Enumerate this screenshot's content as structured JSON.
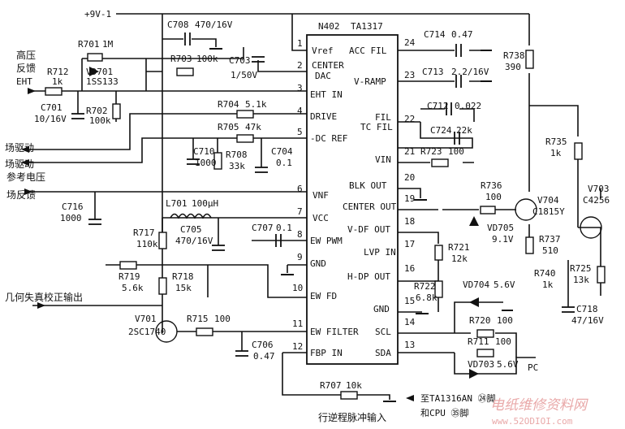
{
  "supply": "+9V-1",
  "ic": {
    "ref": "N402",
    "part": "TA1317"
  },
  "pins": [
    {
      "n": "1",
      "label": "Vref"
    },
    {
      "n": "2",
      "label": "CENTER"
    },
    {
      "n": "",
      "label": "DAC"
    },
    {
      "n": "3",
      "label": "EHT IN"
    },
    {
      "n": "4",
      "label": "DRIVE"
    },
    {
      "n": "5",
      "label": "-DC REF"
    },
    {
      "n": "6",
      "label": "VNF"
    },
    {
      "n": "7",
      "label": "VCC"
    },
    {
      "n": "8",
      "label": "EW PWM"
    },
    {
      "n": "9",
      "label": "GND"
    },
    {
      "n": "10",
      "label": "EW FD"
    },
    {
      "n": "11",
      "label": "EW FILTER"
    },
    {
      "n": "12",
      "label": "FBP IN"
    },
    {
      "n": "24",
      "label": "ACC FIL"
    },
    {
      "n": "23",
      "label": "V-RAMP"
    },
    {
      "n": "",
      "label": "FIL"
    },
    {
      "n": "22",
      "label": "TC FIL"
    },
    {
      "n": "21",
      "label": "VIN"
    },
    {
      "n": "20",
      "label": "BLK OUT"
    },
    {
      "n": "19",
      "label": "CENTER OUT"
    },
    {
      "n": "18",
      "label": "V-DF OUT"
    },
    {
      "n": "17",
      "label": "LVP IN"
    },
    {
      "n": "16",
      "label": "H-DP OUT"
    },
    {
      "n": "15",
      "label": "GND"
    },
    {
      "n": "14",
      "label": "SCL"
    },
    {
      "n": "13",
      "label": "SDA"
    }
  ],
  "components": [
    {
      "ref": "C708",
      "value": "470/16V"
    },
    {
      "ref": "R701",
      "value": "1M"
    },
    {
      "ref": "R712",
      "value": "1k"
    },
    {
      "ref": "VD701",
      "value": "1SS133"
    },
    {
      "ref": "R703",
      "value": "100k"
    },
    {
      "ref": "C703",
      "value": "1/50V"
    },
    {
      "ref": "C701",
      "value": "10/16V"
    },
    {
      "ref": "R702",
      "value": "100k"
    },
    {
      "ref": "R704",
      "value": "5.1k"
    },
    {
      "ref": "R705",
      "value": "47k"
    },
    {
      "ref": "C710",
      "value": "1000"
    },
    {
      "ref": "R708",
      "value": "33k"
    },
    {
      "ref": "C704",
      "value": "0.1"
    },
    {
      "ref": "C716",
      "value": "1000"
    },
    {
      "ref": "L701",
      "value": "100μH"
    },
    {
      "ref": "C705",
      "value": "470/16V"
    },
    {
      "ref": "C707",
      "value": "0.1"
    },
    {
      "ref": "R717",
      "value": "110k"
    },
    {
      "ref": "R719",
      "value": "5.6k"
    },
    {
      "ref": "R718",
      "value": "15k"
    },
    {
      "ref": "V701",
      "value": "2SC1740"
    },
    {
      "ref": "R715",
      "value": "100"
    },
    {
      "ref": "C706",
      "value": "0.47"
    },
    {
      "ref": "R707",
      "value": "10k"
    },
    {
      "ref": "C714",
      "value": "0.47"
    },
    {
      "ref": "C713",
      "value": "2.2/16V"
    },
    {
      "ref": "C712",
      "value": "0.022"
    },
    {
      "ref": "C724",
      "value": "22k"
    },
    {
      "ref": "R723",
      "value": "100"
    },
    {
      "ref": "R736",
      "value": "100"
    },
    {
      "ref": "VD705",
      "value": "9.1V"
    },
    {
      "ref": "R721",
      "value": "12k"
    },
    {
      "ref": "R722",
      "value": "6.8k"
    },
    {
      "ref": "V704",
      "value": "C1815Y"
    },
    {
      "ref": "R737",
      "value": "510"
    },
    {
      "ref": "R738",
      "value": "390"
    },
    {
      "ref": "R735",
      "value": "1k"
    },
    {
      "ref": "V703",
      "value": "C4256"
    },
    {
      "ref": "R740",
      "value": "1k"
    },
    {
      "ref": "R725",
      "value": "13k"
    },
    {
      "ref": "C718",
      "value": "47/16V"
    },
    {
      "ref": "VD704",
      "value": "5.6V"
    },
    {
      "ref": "R720",
      "value": "100"
    },
    {
      "ref": "R711",
      "value": "100"
    },
    {
      "ref": "VD703",
      "value": "5.6V"
    }
  ],
  "signals": {
    "eht_cn1": "高压",
    "eht_cn2": "反馈",
    "eht_en": "EHT",
    "field_drive": "场驱动",
    "field_drive_ref1": "场驱动",
    "field_drive_ref2": "参考电压",
    "field_feedback": "场反馈",
    "geometry_out": "几何失真校正输出",
    "line_pulse_in": "行逆程脉冲输入",
    "to_ta1316": "至TA1316AN ㉔脚",
    "to_cpu": "和CPU ㉟脚",
    "pc": "PC"
  },
  "watermark": {
    "text": "电纸维修资料网",
    "url": "www.52ODIOI.com"
  }
}
